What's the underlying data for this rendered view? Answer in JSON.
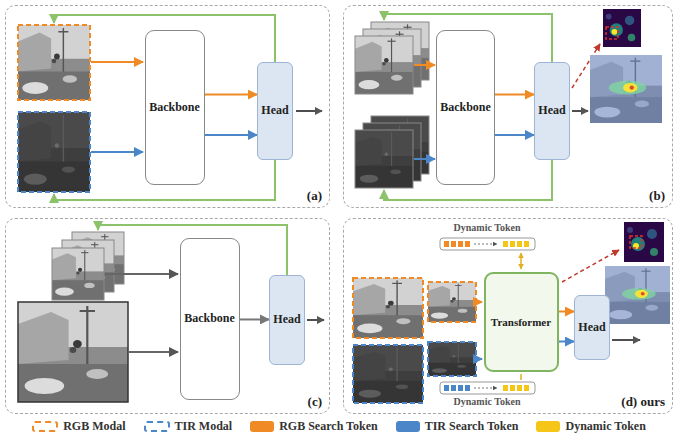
{
  "diagram": {
    "nodes": [
      {
        "text": [
          "(a)"
        ]
      },
      {
        "text": [
          "Backbone"
        ],
        "in": 0
      },
      {
        "text": [
          "Head"
        ],
        "in": 0
      },
      {
        "text": [
          "(b)"
        ]
      },
      {
        "text": [
          "Backbone"
        ],
        "in": 3
      },
      {
        "text": [
          "Head"
        ],
        "in": 3
      },
      {
        "text": [
          "(c)"
        ]
      },
      {
        "text": [
          "Backbone"
        ],
        "in": 6
      },
      {
        "text": [
          "Head"
        ],
        "in": 6
      },
      {
        "text": [
          "(d) ours"
        ]
      },
      {
        "text": [
          "Transformer"
        ],
        "in": 9
      },
      {
        "text": [
          "Head"
        ],
        "in": 9
      }
    ],
    "edges": [
      {
        "from": 1,
        "to": 2,
        "arrow": "to"
      },
      {
        "from": 1,
        "to": 2,
        "arrow": "to"
      },
      {
        "from": 4,
        "to": 5,
        "arrow": "to"
      },
      {
        "from": 4,
        "to": 5,
        "arrow": "to"
      },
      {
        "from": 7,
        "to": 8,
        "arrow": "to"
      },
      {
        "from": 10,
        "to": 11,
        "arrow": "to"
      },
      {
        "from": 10,
        "to": 11,
        "arrow": "to"
      }
    ],
    "labels": [
      "Dynamic Token",
      "Dynamic Token"
    ],
    "legend": [
      {
        "text": "RGB Modal"
      },
      {
        "text": "TIR Modal"
      },
      {
        "text": "RGB Search Token",
        "color": "#f08a24"
      },
      {
        "text": "TIR Search Token",
        "color": "#4a86c8"
      },
      {
        "text": "Dynamic Token",
        "color": "#f5c518"
      }
    ]
  }
}
